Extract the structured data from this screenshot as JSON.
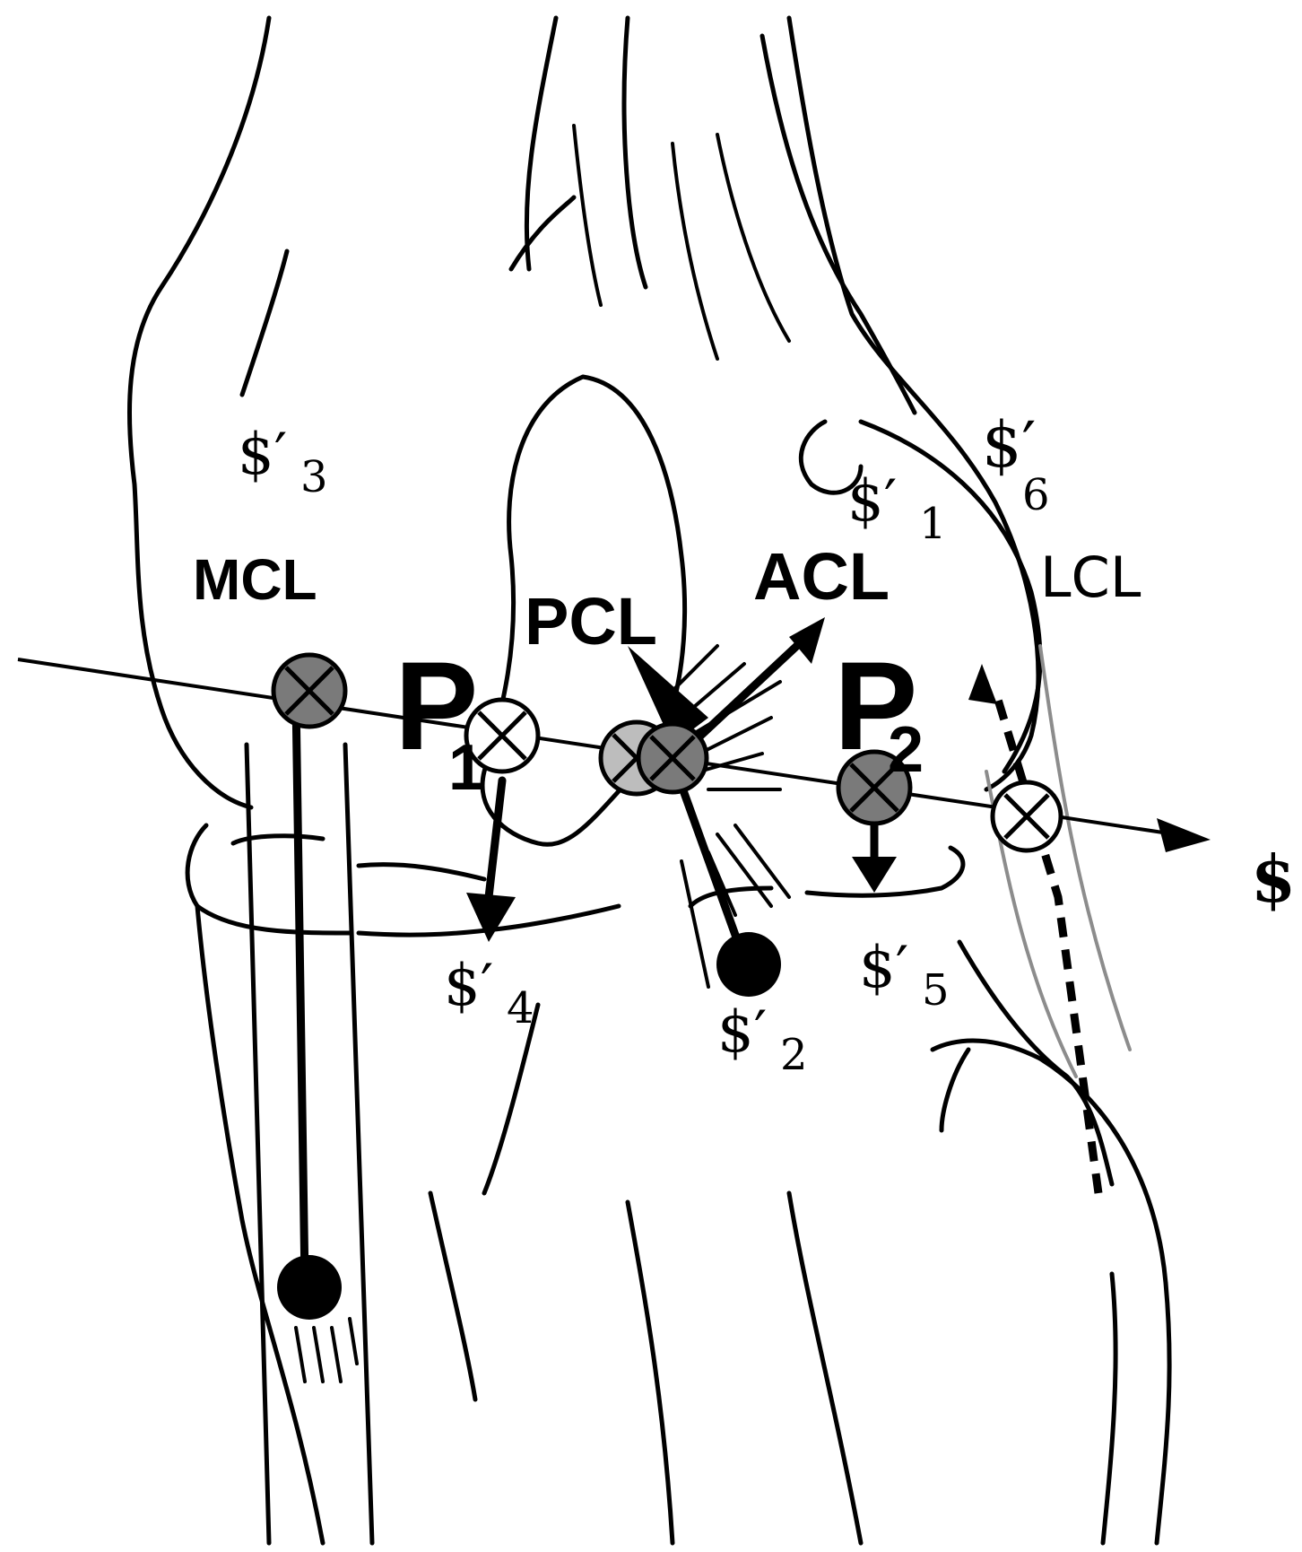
{
  "labels": {
    "mcl": "MCL",
    "pcl": "PCL",
    "acl": "ACL",
    "lcl": "LCL",
    "p1_letter": "P",
    "p1_sub": "1",
    "p2_letter": "P",
    "p2_sub": "2",
    "s1": "$′",
    "s1_sub": "1",
    "s2": "$′",
    "s2_sub": "2",
    "s3": "$′",
    "s3_sub": "3",
    "s4": "$′",
    "s4_sub": "4",
    "s5": "$′",
    "s5_sub": "5",
    "s6": "$′",
    "s6_sub": "6",
    "axis_end": "$"
  },
  "colors": {
    "ink": "#000000",
    "marker_fill": "#7a7a7a",
    "marker_fill_light": "#bdbdbd",
    "lcl_gray": "#8c8c8c"
  }
}
